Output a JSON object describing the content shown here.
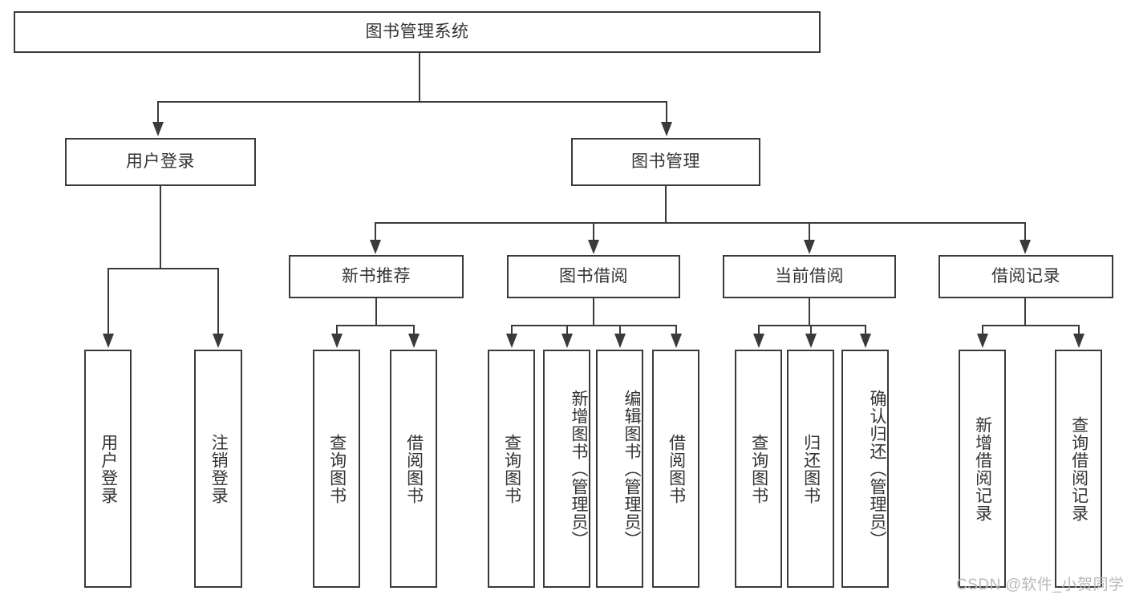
{
  "diagram": {
    "title": "图书管理系统",
    "root": {
      "label": "图书管理系统"
    },
    "level2": [
      {
        "label": "用户登录"
      },
      {
        "label": "图书管理"
      }
    ],
    "level3": [
      {
        "label": "新书推荐"
      },
      {
        "label": "图书借阅"
      },
      {
        "label": "当前借阅"
      },
      {
        "label": "借阅记录"
      }
    ],
    "leaves": {
      "user_login": [
        {
          "label": "用户登录"
        },
        {
          "label": "注销登录"
        }
      ],
      "new_book_recommend": [
        {
          "label": "查询图书"
        },
        {
          "label": "借阅图书"
        }
      ],
      "book_borrow": [
        {
          "label": "查询图书"
        },
        {
          "label": "新增图书（管理员）"
        },
        {
          "label": "编辑图书（管理员）"
        },
        {
          "label": "借阅图书"
        }
      ],
      "current_borrow": [
        {
          "label": "查询图书"
        },
        {
          "label": "归还图书"
        },
        {
          "label": "确认归还（管理员）"
        }
      ],
      "borrow_record": [
        {
          "label": "新增借阅记录"
        },
        {
          "label": "查询借阅记录"
        }
      ]
    }
  },
  "watermark": "CSDN @软件_小贺同学",
  "colors": {
    "stroke": "#3a3a3a",
    "text": "#333333",
    "background": "#ffffff",
    "watermark": "#b9b9b9"
  }
}
